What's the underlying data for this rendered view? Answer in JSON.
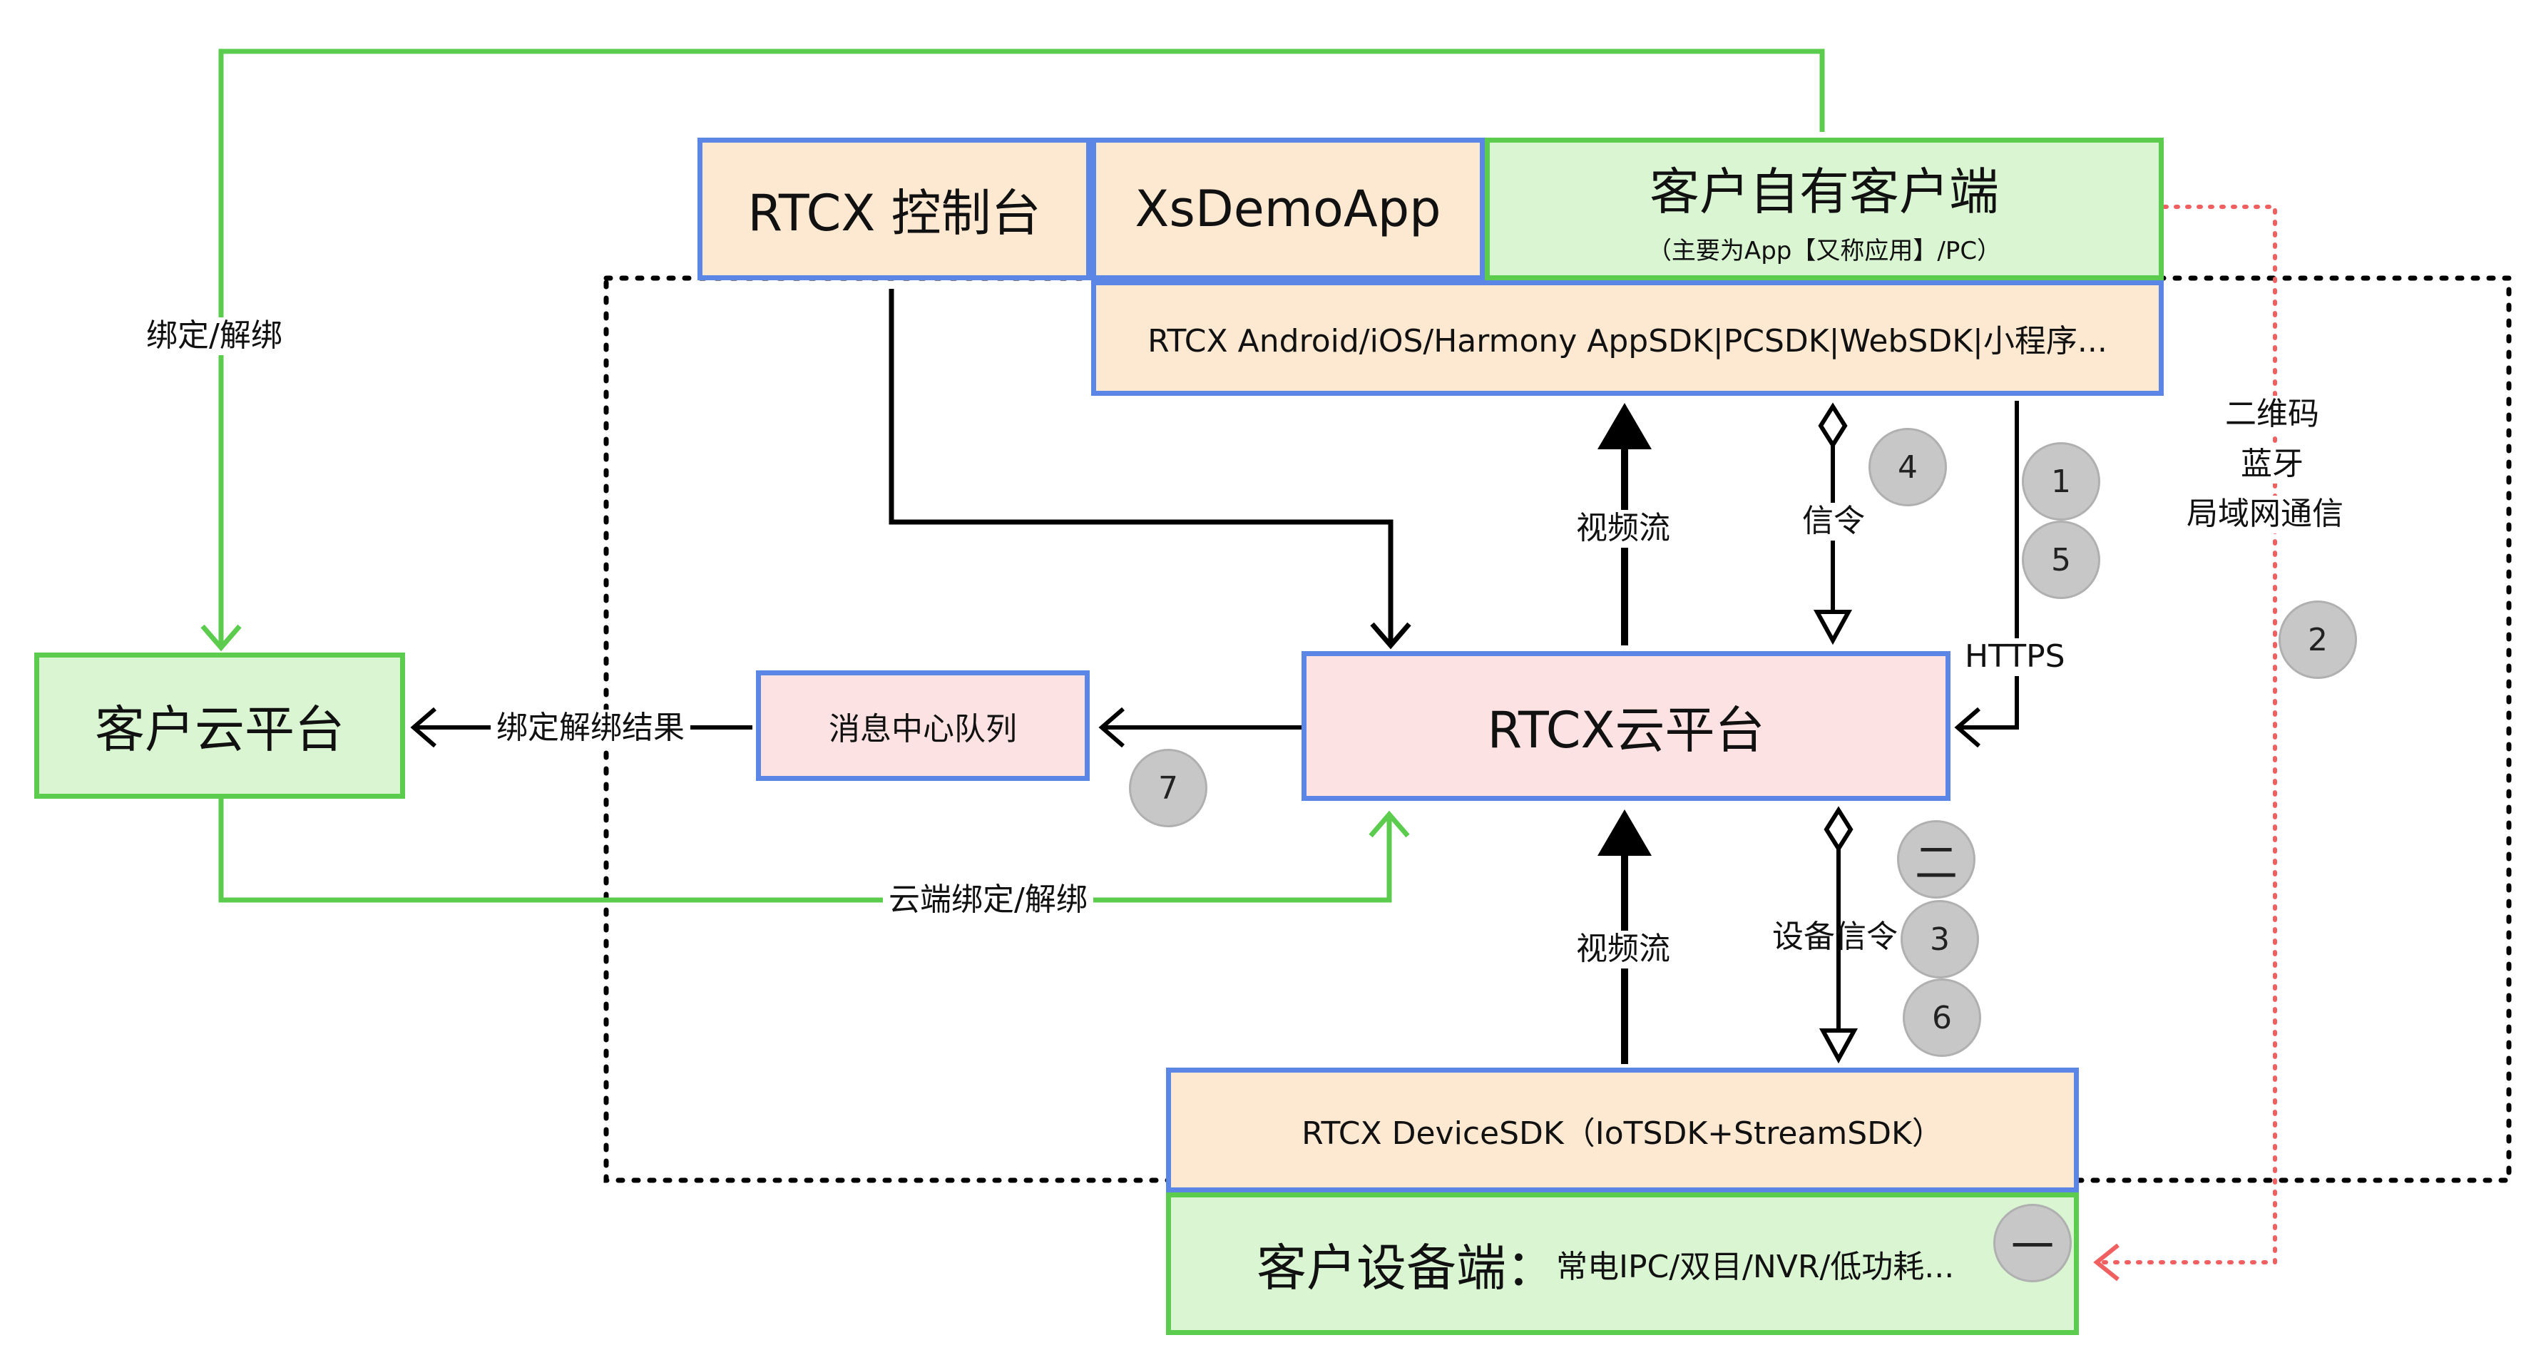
{
  "boxes": {
    "rtcx_console": "RTCX 控制台",
    "xsdemo_app": "XsDemoApp",
    "customer_client_title": "客户自有客户端",
    "customer_client_sub": "（主要为App【又称应用】/PC）",
    "app_sdk": "RTCX Android/iOS/Harmony AppSDK|PCSDK|WebSDK|小程序...",
    "customer_cloud": "客户云平台",
    "msg_queue": "消息中心队列",
    "rtcx_cloud": "RTCX云平台",
    "device_sdk": "RTCX DeviceSDK（IoTSDK+StreamSDK）",
    "customer_device_title": "客户设备端：",
    "customer_device_sub": "常电IPC/双目/NVR/低功耗..."
  },
  "labels": {
    "bind_unbind": "绑定/解绑",
    "bind_result": "绑定解绑结果",
    "cloud_bind": "云端绑定/解绑",
    "video_stream_top": "视频流",
    "signaling": "信令",
    "https": "HTTPS",
    "video_stream_bottom": "视频流",
    "device_signaling": "设备信令",
    "qr_code": "二维码",
    "bluetooth": "蓝牙",
    "lan": "局域网通信"
  },
  "badges": {
    "b4": "4",
    "b1": "1",
    "b5": "5",
    "b2": "2",
    "b7": "7",
    "b_er": "二",
    "b3": "3",
    "b6": "6",
    "b_yi": "一"
  },
  "colors": {
    "blue_border": "#5b86e5",
    "green_border": "#5ccc4f",
    "peach_fill": "#fde8d2",
    "green_fill": "#d9f5d2",
    "pink_fill": "#fde2e3",
    "red_dotted": "#f06060",
    "badge_fill": "#c7c7c7"
  }
}
